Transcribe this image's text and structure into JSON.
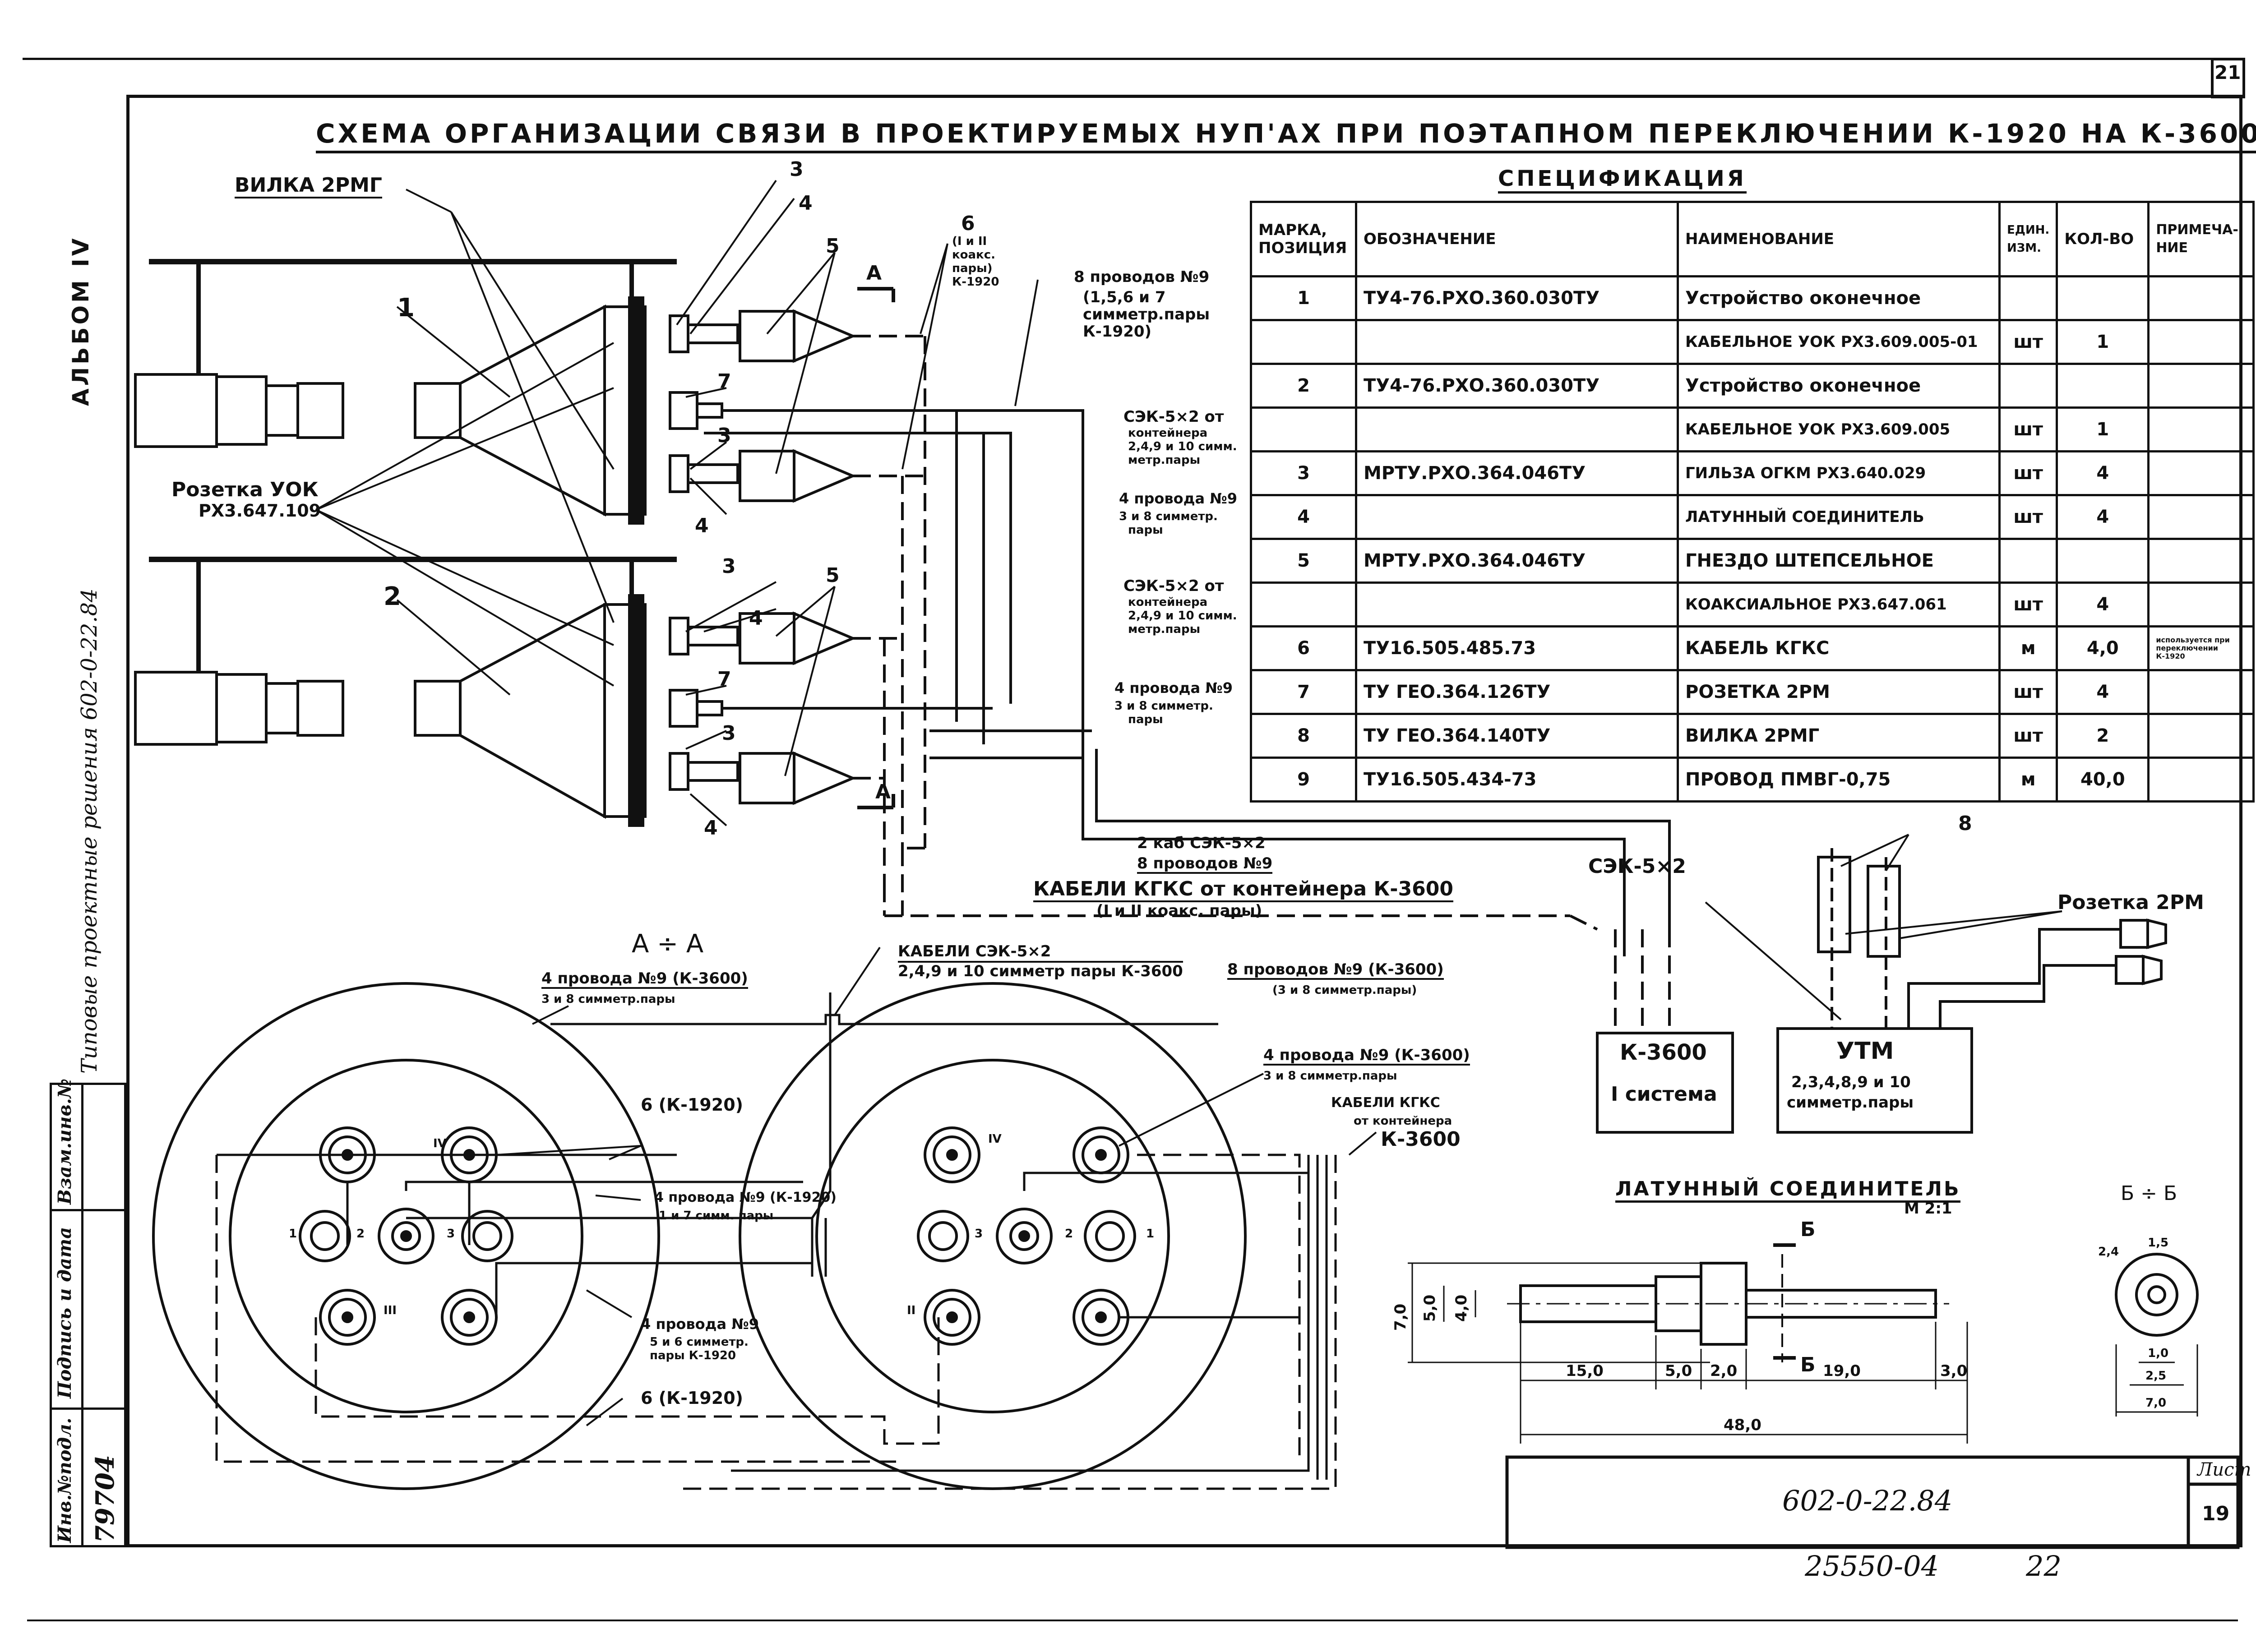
{
  "title": "СХЕМА ОРГАНИЗАЦИИ СВЯЗИ В ПРОЕКТИРУЕМЫХ НУП'АХ ПРИ ПОЭТАПНОМ ПЕРЕКЛЮЧЕНИИ К-1920 НА К-3600",
  "sheet_corner_number": "21",
  "side_labels": {
    "album": "АЛЬБОМ IV",
    "series": "Типовые проектные решения 602-0-22.84",
    "signature_date": "Подпись и дата",
    "replaces_inv": "Взам.инв.№",
    "inv_no": "Инв.№подл.",
    "inv_value": "79704"
  },
  "spec": {
    "title": "СПЕЦИФИКАЦИЯ",
    "headers": [
      "МАРКА, ПОЗИЦИЯ",
      "ОБОЗНАЧЕНИЕ",
      "НАИМЕНОВАНИЕ",
      "ЕДИН. ИЗМ.",
      "КОЛ-ВО",
      "ПРИМЕЧА-НИЕ"
    ],
    "rows": [
      [
        "1",
        "ТУ4-76.РХО.360.030ТУ",
        "Устройство оконечное",
        "",
        "",
        ""
      ],
      [
        "",
        "",
        "КАБЕЛЬНОЕ УОК РХ3.609.005-01",
        "шт",
        "1",
        ""
      ],
      [
        "2",
        "ТУ4-76.РХО.360.030ТУ",
        "Устройство оконечное",
        "",
        "",
        ""
      ],
      [
        "",
        "",
        "КАБЕЛЬНОЕ УОК РХ3.609.005",
        "шт",
        "1",
        ""
      ],
      [
        "3",
        "МРТУ.РХО.364.046ТУ",
        "ГИЛЬЗА ОГКМ РХ3.640.029",
        "шт",
        "4",
        ""
      ],
      [
        "4",
        "",
        "ЛАТУННЫЙ СОЕДИНИТЕЛЬ",
        "шт",
        "4",
        ""
      ],
      [
        "5",
        "МРТУ.РХО.364.046ТУ",
        "ГНЕЗДО ШТЕПСЕЛЬНОЕ",
        "",
        "",
        ""
      ],
      [
        "",
        "",
        "КОАКСИАЛЬНОЕ РХ3.647.061",
        "шт",
        "4",
        ""
      ],
      [
        "6",
        "ТУ16.505.485.73",
        "КАБЕЛЬ КГКС",
        "м",
        "4,0",
        "используется при переключении К-1920"
      ],
      [
        "7",
        "ТУ ГЕО.364.126ТУ",
        "РОЗЕТКА 2РМ",
        "шт",
        "4",
        ""
      ],
      [
        "8",
        "ТУ ГЕО.364.140ТУ",
        "ВИЛКА 2РМГ",
        "шт",
        "2",
        ""
      ],
      [
        "9",
        "ТУ16.505.434-73",
        "ПРОВОД ПМВГ-0,75",
        "м",
        "40,0",
        ""
      ]
    ]
  },
  "diagram_labels": {
    "vilka": "ВИЛКА 2РМГ",
    "rozetka_uok": "Розетка УОК",
    "rozetka_uok_code": "РХ3.647.109",
    "n1": "1",
    "n2": "2",
    "n3": "3",
    "n4": "4",
    "n5": "5",
    "n6": "6",
    "n7": "7",
    "n8": "8",
    "pos6_note": "(I и II коакс. пары) К-1920",
    "wires8_a": "8 проводов №9",
    "wires8_b": "(1,5,6 и 7 симметр.пары К-1920)",
    "sek_a1": "СЭК-5×2 от",
    "sek_a2": "контейнера",
    "sek_a3": "2,4,9 и 10 симм.",
    "sek_a4": "метр.пары",
    "wires4_a1": "4 провода №9",
    "wires4_a2": "3 и 8 симметр.",
    "wires4_a3": "пары",
    "sek_b1": "СЭК-5×2 от",
    "sek_b2": "контейнера",
    "sek_b3": "2,4,9 и 10 симм.",
    "sek_b4": "метр.пары",
    "wires4_b1": "4 провода №9",
    "wires4_b2": "3 и 8 симметр.",
    "wires4_b3": "пары",
    "section_mark": "А",
    "two_cables": "2 каб СЭК-5×2",
    "eight_wires": "8 проводов №9",
    "kgks": "КАБЕЛИ КГКС от контейнера К-3600",
    "kgks_pairs": "(I и II коакс. пары)",
    "sek52": "СЭК-5×2",
    "rozetka_2rm": "Розетка 2РМ",
    "k3600_box": "К-3600",
    "k3600_sys": "I система",
    "utm_box": "УТМ",
    "utm_pairs": "2,3,4,8,9 и 10",
    "utm_pairs2": "симметр.пары"
  },
  "section_labels": {
    "title": "А ÷ А",
    "sek_cables": "КАБЕЛИ СЭК-5×2",
    "sek_pairs": "2,4,9 и 10 симметр пары К-3600",
    "w4_3600": "4 провода №9 (К-3600)",
    "w4_3600_b": "3 и 8 симметр.пары",
    "w8_3600": "8 проводов №9 (К-3600)",
    "w8_3600_b": "(3 и 8 симметр.пары)",
    "w4_3600_r": "4 провода №9 (К-3600)",
    "w4_3600_rb": "3 и 8 симметр.пары",
    "kgks_r1": "КАБЕЛИ КГКС",
    "kgks_r2": "от контейнера",
    "kgks_r3": "К-3600",
    "six_1920_a": "6 (К-1920)",
    "w4_1920": "4 провода №9 (К-1920)",
    "w4_1920_b": "1 и 7 симм. пары",
    "w4_n9": "4 провода №9",
    "w4_n9_b": "5 и 6 симметр.",
    "w4_n9_c": "пары К-1920",
    "six_1920_b": "6 (К-1920)",
    "pin_1": "1",
    "pin_2": "2",
    "pin_3": "3",
    "pin_II": "II",
    "pin_III": "III",
    "pin_IV": "IV"
  },
  "connector_detail": {
    "title": "ЛАТУННЫЙ СОЕДИНИТЕЛЬ",
    "scale": "М 2:1",
    "section": "Б",
    "section_title": "Б ÷ Б",
    "dims": {
      "d70": "7,0",
      "d50": "5,0",
      "d40": "4,0",
      "l150": "15,0",
      "l50": "5,0",
      "l20": "2,0",
      "l190": "19,0",
      "l30": "3,0",
      "l480": "48,0",
      "s24": "2,4",
      "s15": "1,5",
      "s10": "1,0",
      "s25": "2,5",
      "s70": "7,0"
    }
  },
  "stamp": {
    "doc": "602-0-22.84",
    "sheet_label": "Лист",
    "sheet_no": "19",
    "archive": "25550-04",
    "page": "22"
  }
}
